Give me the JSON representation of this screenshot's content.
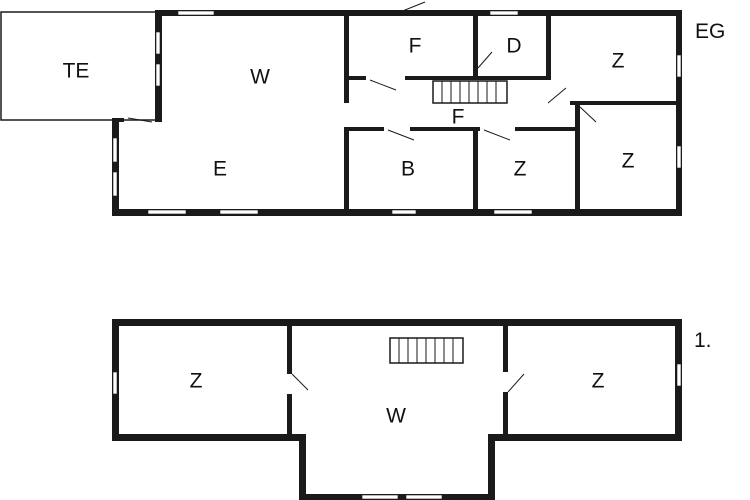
{
  "floors": [
    {
      "label": "EG",
      "rooms": [
        {
          "id": "te",
          "label": "TE"
        },
        {
          "id": "w",
          "label": "W"
        },
        {
          "id": "e",
          "label": "E"
        },
        {
          "id": "f1",
          "label": "F"
        },
        {
          "id": "d",
          "label": "D"
        },
        {
          "id": "f2",
          "label": "F"
        },
        {
          "id": "b",
          "label": "B"
        },
        {
          "id": "z1",
          "label": "Z"
        },
        {
          "id": "z2",
          "label": "Z"
        },
        {
          "id": "z3",
          "label": "Z"
        }
      ]
    },
    {
      "label": "1.",
      "rooms": [
        {
          "id": "z1",
          "label": "Z"
        },
        {
          "id": "w",
          "label": "W"
        },
        {
          "id": "z2",
          "label": "Z"
        }
      ]
    }
  ]
}
